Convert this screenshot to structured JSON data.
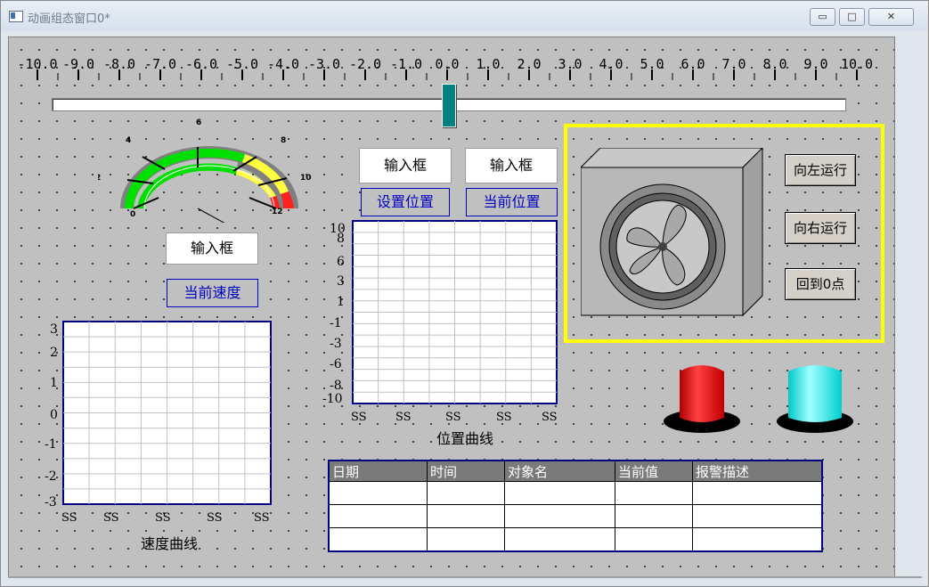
{
  "window": {
    "title": "动画组态窗口0*",
    "minimize": "▭",
    "maximize": "□",
    "close": "✕"
  },
  "ruler": {
    "labels": [
      "-10.0",
      "-9.0",
      "-8.0",
      "-7.0",
      "-6.0",
      "-5.0",
      "-4.0",
      "-3.0",
      "-2.0",
      "-1.0",
      "0.0",
      "1.0",
      "2.0",
      "3.0",
      "4.0",
      "5.0",
      "6.0",
      "7.0",
      "8.0",
      "9.0",
      "10.0"
    ]
  },
  "slider": {
    "value": 0.0,
    "min": -10,
    "max": 10
  },
  "gauge": {
    "tick_labels": [
      "0",
      "2",
      "4",
      "6",
      "8",
      "10",
      "12"
    ]
  },
  "speed": {
    "input_label": "输入框",
    "current_label": "当前速度",
    "chart_title": "速度曲线",
    "y_labels": [
      "3",
      "2",
      "1",
      "0",
      "-1",
      "-2",
      "-3"
    ],
    "x_labels": [
      "SS",
      "SS",
      "SS",
      "SS",
      "SS"
    ]
  },
  "position": {
    "input_label_1": "输入框",
    "input_label_2": "输入框",
    "set_label": "设置位置",
    "current_label": "当前位置",
    "chart_title": "位置曲线",
    "y_labels": [
      "10",
      "8",
      "6",
      "3",
      "1",
      "-1",
      "-3",
      "-6",
      "-8",
      "-10"
    ],
    "x_labels": [
      "SS",
      "SS",
      "SS",
      "SS",
      "SS"
    ]
  },
  "controls": {
    "left_button": "向左运行",
    "right_button": "向右运行",
    "zero_button": "回到0点"
  },
  "lamps": {
    "red": "#ff0000",
    "cyan": "#00ffff"
  },
  "alarm_table": {
    "headers": [
      "日期",
      "时间",
      "对象名",
      "当前值",
      "报警描述"
    ],
    "rows": [
      [
        "",
        "",
        "",
        "",
        ""
      ],
      [
        "",
        "",
        "",
        "",
        ""
      ],
      [
        "",
        "",
        "",
        "",
        ""
      ]
    ]
  },
  "colors": {
    "accent_yellow": "#ffff00",
    "navy": "#000080",
    "slider_teal": "#008080"
  }
}
